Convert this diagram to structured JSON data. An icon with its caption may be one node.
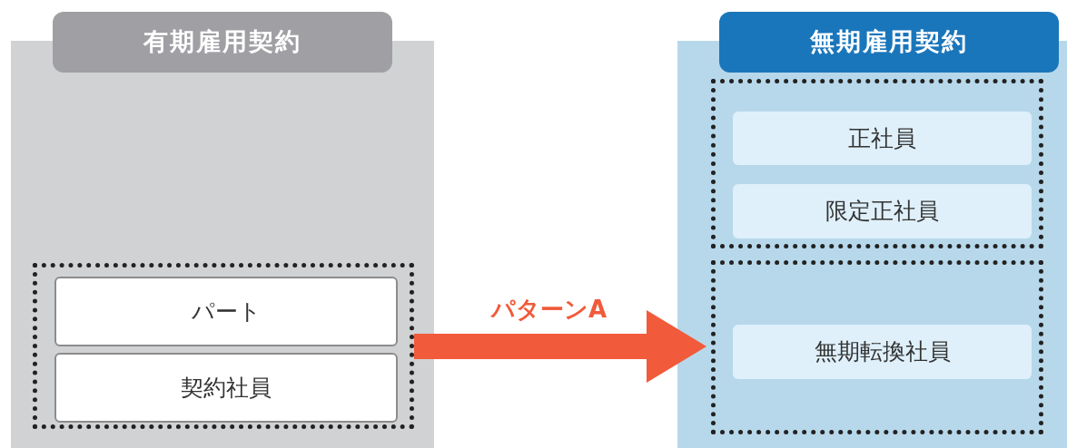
{
  "diagram": {
    "nodes": [
      {
        "text": [
          "有期雇用契約"
        ]
      },
      {
        "text": [],
        "shape": "box",
        "in": 0
      },
      {
        "text": [
          "パート"
        ],
        "in": 1
      },
      {
        "text": [
          "契約社員"
        ],
        "in": 1
      },
      {
        "text": [
          "無期雇用契約"
        ]
      },
      {
        "text": [],
        "shape": "box",
        "in": 4
      },
      {
        "text": [
          "正社員"
        ],
        "in": 5
      },
      {
        "text": [
          "限定正社員"
        ],
        "in": 5
      },
      {
        "text": [],
        "shape": "box",
        "in": 4
      },
      {
        "text": [
          "無期転換社員"
        ],
        "in": 8
      }
    ],
    "edges": [
      {
        "from": 1,
        "to": 8,
        "arrow": "to",
        "label": "パターンA",
        "style": "thick",
        "color": "#f15a3a"
      }
    ]
  }
}
